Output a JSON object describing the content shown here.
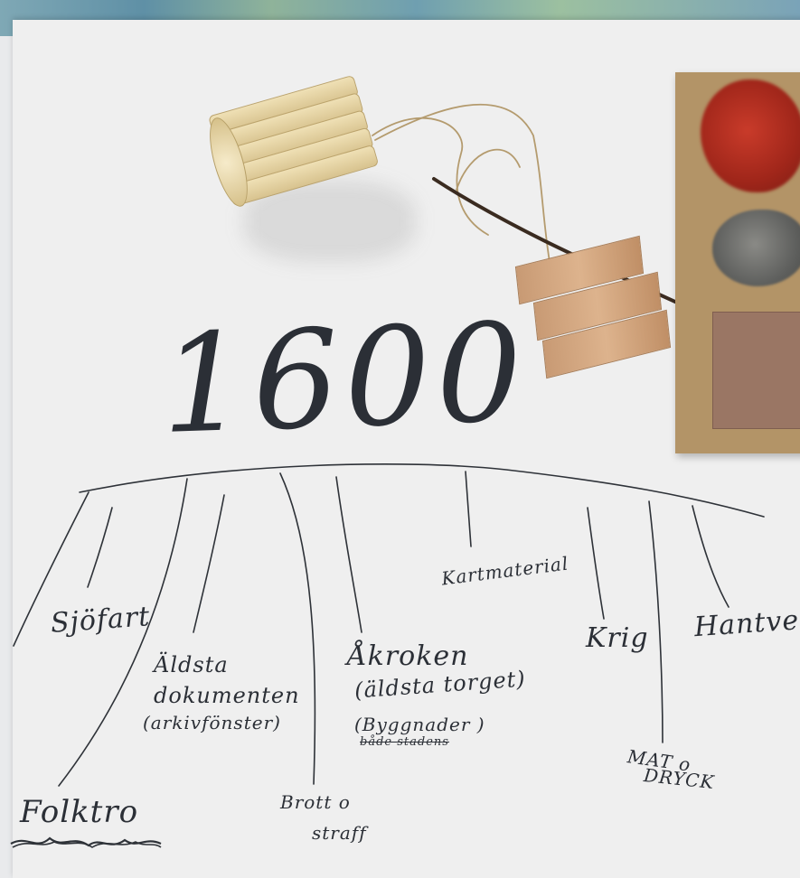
{
  "year": "1600",
  "labels": {
    "sjofart": "Sjöfart",
    "aldsta_1": "Äldsta",
    "aldsta_2": "dokumenten",
    "aldsta_3": "(arkivfönster)",
    "akroken_1": "Åkroken",
    "akroken_2": "(äldsta torget)",
    "akroken_3": "(Byggnader )",
    "akroken_4": "både stadens",
    "kartmaterial": "Kartmaterial",
    "krig": "Krig",
    "hantverk": "Hantverk",
    "mat_1": "MAT o",
    "mat_2": "DRYCK",
    "brott_1": "Brott o",
    "brott_2": "straff",
    "folktro": "Folktro"
  },
  "objects": {
    "wood_roll": "wooden-roll",
    "veneer": "wood-veneer-pieces",
    "wool_red": "red-wool",
    "wool_grey": "grey-wool",
    "leather": "brown-material-sample",
    "card": "kraft-card"
  },
  "colors": {
    "ink": "#2b2f36",
    "paper": "#efefef",
    "card": "#b39467",
    "wool_red": "#a0261a",
    "wool_grey": "#5f605e"
  }
}
